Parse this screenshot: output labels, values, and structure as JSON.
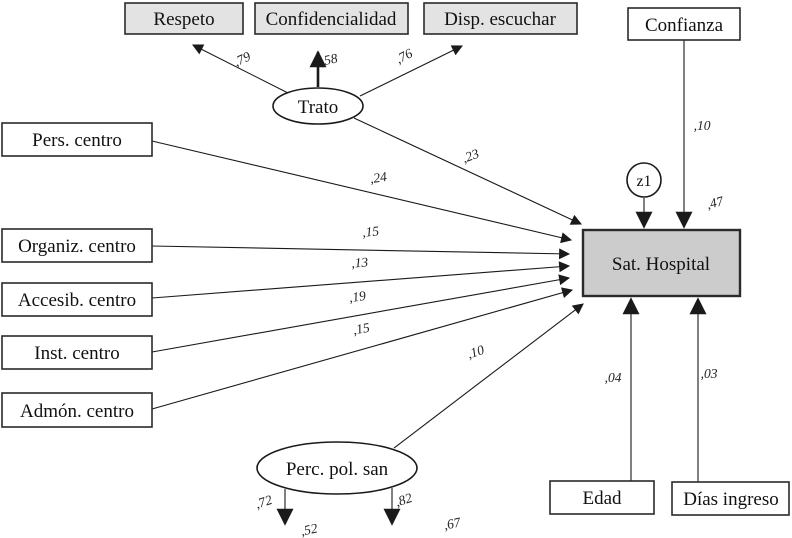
{
  "diagram_type": "structural-equation-path-diagram",
  "nodes": {
    "respeto": {
      "label": "Respeto",
      "type": "indicator"
    },
    "confidencialidad": {
      "label": "Confidencialidad",
      "type": "indicator"
    },
    "disp_escuchar": {
      "label": "Disp. escuchar",
      "type": "indicator"
    },
    "confianza": {
      "label": "Confianza",
      "type": "observed"
    },
    "trato": {
      "label": "Trato",
      "type": "latent"
    },
    "pers_centro": {
      "label": "Pers. centro",
      "type": "observed"
    },
    "organiz_centro": {
      "label": "Organiz. centro",
      "type": "observed"
    },
    "accesib_centro": {
      "label": "Accesib. centro",
      "type": "observed"
    },
    "inst_centro": {
      "label": "Inst. centro",
      "type": "observed"
    },
    "admon_centro": {
      "label": "Admón. centro",
      "type": "observed"
    },
    "sat_hospital": {
      "label": "Sat. Hospital",
      "type": "endogenous"
    },
    "z1": {
      "label": "z1",
      "type": "error"
    },
    "perc_pol_san": {
      "label": "Perc. pol. san",
      "type": "latent"
    },
    "edad": {
      "label": "Edad",
      "type": "observed"
    },
    "dias_ingreso": {
      "label": "Días ingreso",
      "type": "observed"
    }
  },
  "edges": [
    {
      "from": "Trato",
      "to": "Respeto",
      "value": ",79"
    },
    {
      "from": "Trato",
      "to": "Confidencialidad",
      "value": ",58"
    },
    {
      "from": "Trato",
      "to": "Disp. escuchar",
      "value": ",76"
    },
    {
      "from": "Trato",
      "to": "Sat. Hospital",
      "value": ",23"
    },
    {
      "from": "Pers. centro",
      "to": "Sat. Hospital",
      "value": ",24"
    },
    {
      "from": "Organiz. centro",
      "to": "Sat. Hospital",
      "value": ",15"
    },
    {
      "from": "Accesib. centro",
      "to": "Sat. Hospital",
      "value": ",13"
    },
    {
      "from": "Inst. centro",
      "to": "Sat. Hospital",
      "value": ",19"
    },
    {
      "from": "Admón. centro",
      "to": "Sat. Hospital",
      "value": ",15"
    },
    {
      "from": "Perc. pol. san",
      "to": "Sat. Hospital",
      "value": ",10"
    },
    {
      "from": "Confianza",
      "to": "Sat. Hospital",
      "value": ",10"
    },
    {
      "from": "z1",
      "to": "Sat. Hospital",
      "value": ""
    },
    {
      "from": "Edad",
      "to": "Sat. Hospital",
      "value": ",04"
    },
    {
      "from": "Días ingreso",
      "to": "Sat. Hospital",
      "value": ",03"
    },
    {
      "from": "Perc. pol. san",
      "to": "indicator-bottom-left",
      "value": ",72"
    },
    {
      "from": "Perc. pol. san",
      "to": "indicator-bottom-right",
      "value": ",82"
    }
  ],
  "annotations": {
    "sat_hospital_r2": ",47",
    "indicator_bottom_left_r2": ",52",
    "indicator_bottom_right_r2": ",67"
  },
  "colors": {
    "indicator_box_fill": "#e3e3e3",
    "sat_box_fill": "#cccccc",
    "node_fill": "#ffffff",
    "line": "#1a1a1a"
  }
}
